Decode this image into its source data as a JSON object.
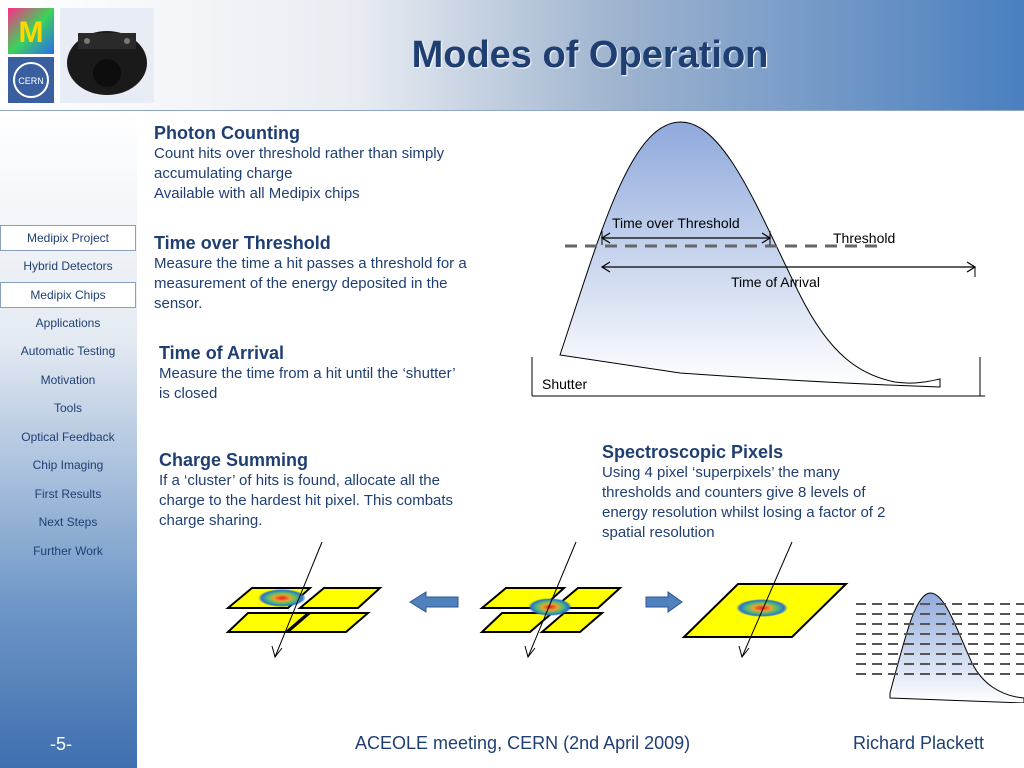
{
  "header": {
    "title": "Modes of Operation",
    "logo_top_text": "M",
    "logo_bottom_text": "CERN"
  },
  "sidebar": {
    "items": [
      {
        "label": "Medipix Project",
        "boxed": true
      },
      {
        "label": "Hybrid Detectors",
        "boxed": false
      },
      {
        "label": "Medipix Chips",
        "boxed": true
      },
      {
        "label": "Applications",
        "boxed": false
      },
      {
        "label": "Automatic Testing",
        "boxed": false
      },
      {
        "label": "Motivation",
        "boxed": false
      },
      {
        "label": "Tools",
        "boxed": false
      },
      {
        "label": "Optical Feedback",
        "boxed": false
      },
      {
        "label": "Chip Imaging",
        "boxed": false
      },
      {
        "label": "First Results",
        "boxed": false
      },
      {
        "label": "Next Steps",
        "boxed": false
      },
      {
        "label": "Further Work",
        "boxed": false
      }
    ]
  },
  "sections": {
    "photon_counting": {
      "heading": "Photon Counting",
      "line1": "Count hits over threshold rather than simply",
      "line2": "accumulating charge",
      "line3": "Available with all Medipix chips"
    },
    "time_over_threshold": {
      "heading": "Time over Threshold",
      "line1": "Measure the time a hit passes a threshold for a",
      "line2": "measurement of the energy deposited in the",
      "line3": "sensor."
    },
    "time_of_arrival": {
      "heading": "Time of Arrival",
      "line1": "Measure the time from a hit until the ‘shutter’",
      "line2": "is closed"
    },
    "charge_summing": {
      "heading": "Charge Summing",
      "line1": "If a ‘cluster’ of hits is found, allocate all the",
      "line2": "charge to the hardest hit pixel.  This combats",
      "line3": "charge sharing."
    },
    "spectroscopic_pixels": {
      "heading": "Spectroscopic Pixels",
      "line1": "Using 4 pixel ‘superpixels’ the many",
      "line2": "thresholds and counters give 8 levels of",
      "line3": "energy resolution whilst losing a factor of 2",
      "line4": "spatial resolution"
    }
  },
  "pulse_diagram": {
    "time_over_threshold_label": "Time over Threshold",
    "threshold_label": "Threshold",
    "time_of_arrival_label": "Time of Arrival",
    "shutter_label": "Shutter"
  },
  "footer": {
    "slide_number": "-5-",
    "event": "ACEOLE meeting, CERN (2nd April 2009)",
    "author": "Richard Plackett"
  },
  "colors": {
    "title": "#1f3f73",
    "pixel_fill": "#ffff00",
    "pulse_fill": "#a9bfe6",
    "arrow_fill": "#4f81bd"
  }
}
